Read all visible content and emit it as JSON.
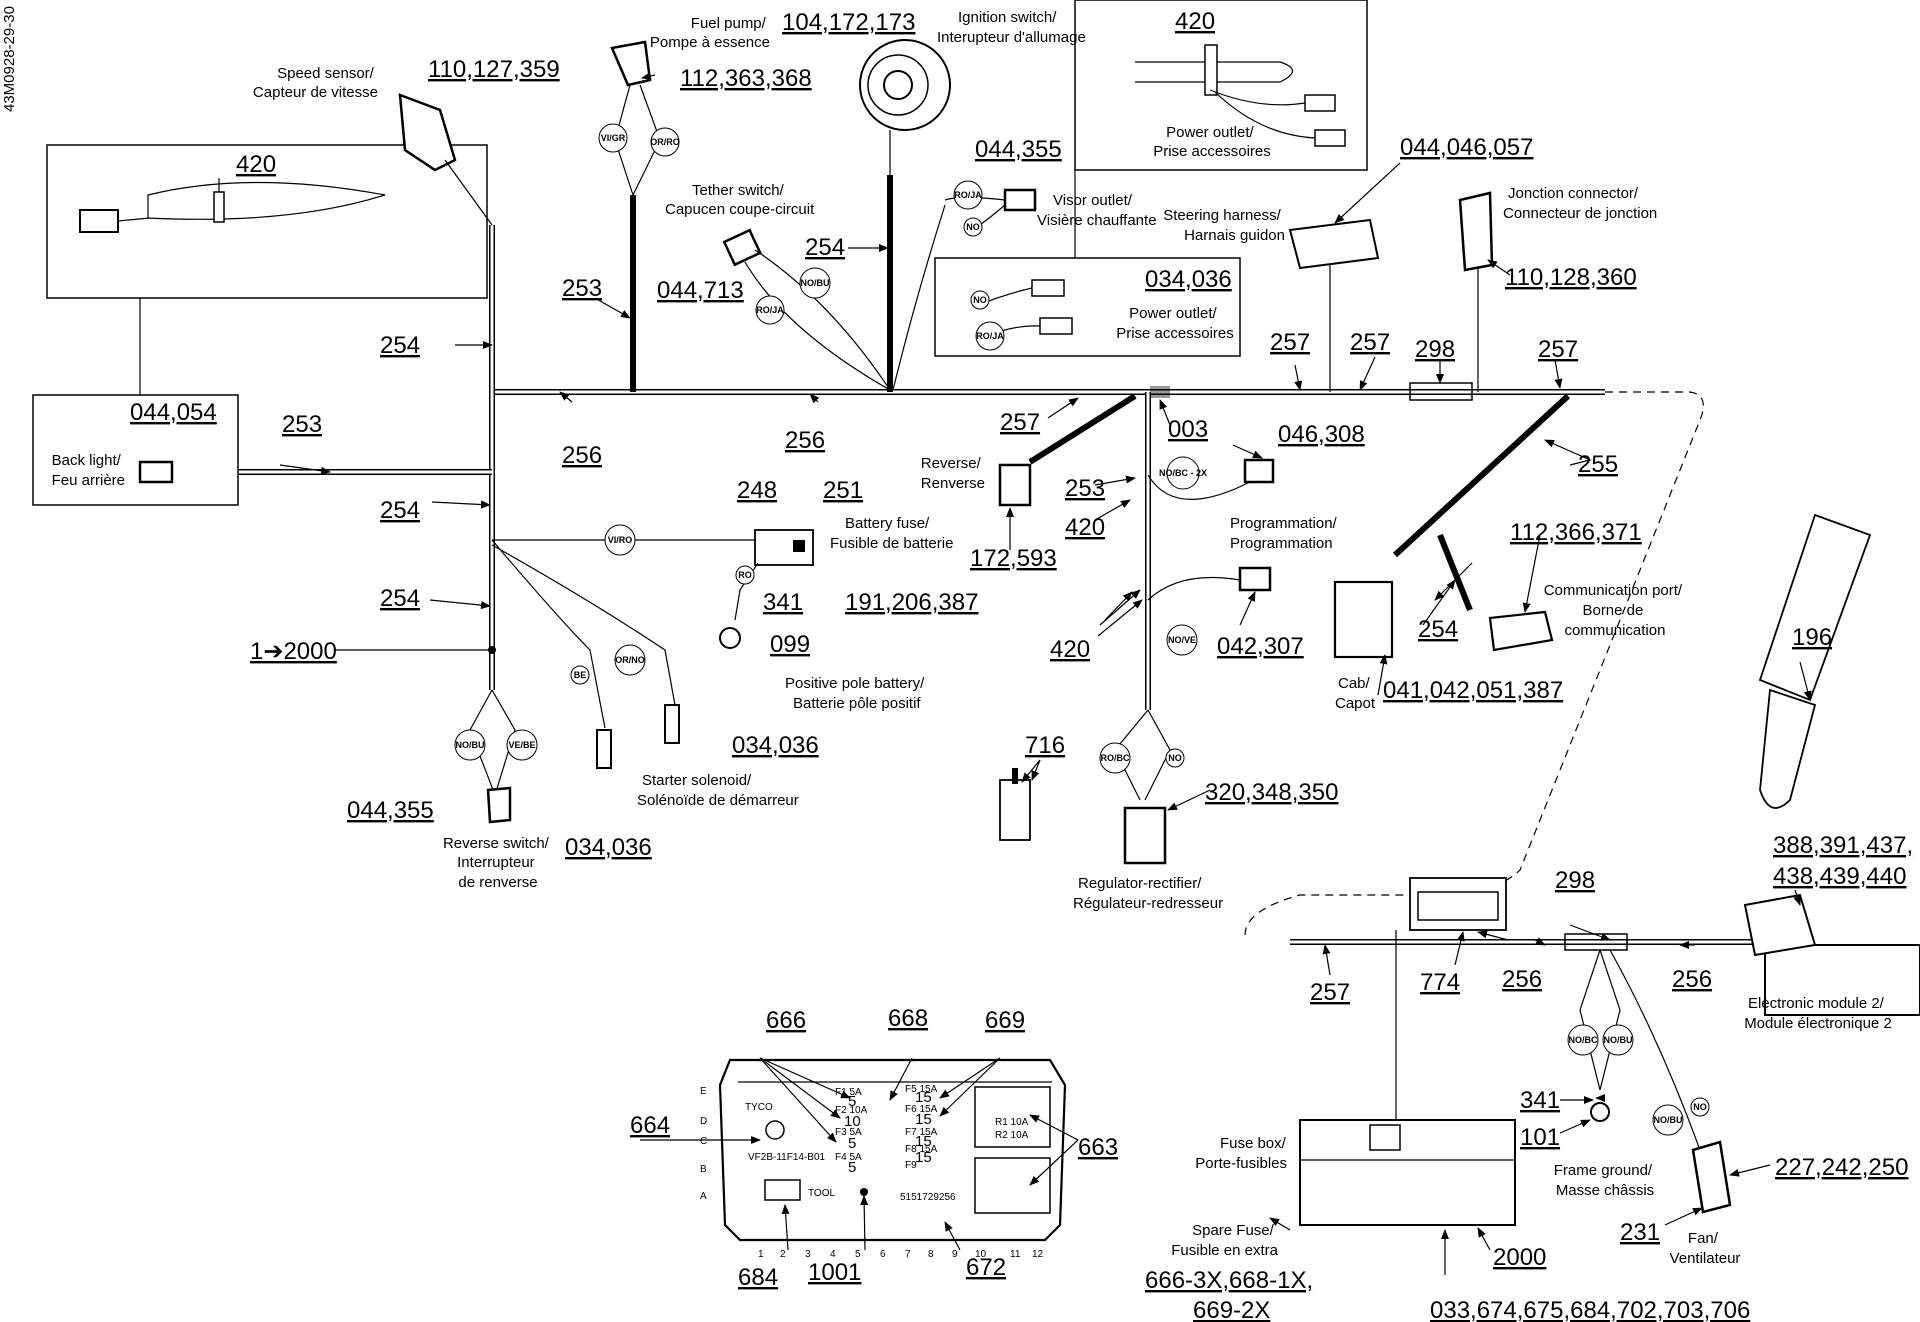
{
  "side_code": "43M0928-29-30",
  "parts": {
    "p110_127_359": "110,127,359",
    "p420_a": "420",
    "p254_a": "254",
    "p253_a": "253",
    "p044_054": "044,054",
    "p254_b": "254",
    "p254_c": "254",
    "p1_2000": "1➔2000",
    "p044_355_a": "044,355",
    "p034_036_a": "034,036",
    "p034_036_b": "034,036",
    "p256_a": "256",
    "p253_b": "253",
    "p112_363_368": "112,363,368",
    "p104_172_173": "104,172,173",
    "p044_713": "044,713",
    "p254_d": "254",
    "p256_b": "256",
    "p044_355_b": "044,355",
    "p420_b": "420",
    "p034_036_c": "034,036",
    "p044_046_057": "044,046,057",
    "p110_128_360": "110,128,360",
    "p257_a": "257",
    "p257_b": "257",
    "p298_a": "298",
    "p257_c": "257",
    "p257_d": "257",
    "p003": "003",
    "p046_308": "046,308",
    "p253_c": "253",
    "p420_c": "420",
    "p172_593": "172,593",
    "p255": "255",
    "p248": "248",
    "p251": "251",
    "p191_206_387": "191,206,387",
    "p341_a": "341",
    "p099": "099",
    "p112_366_371": "112,366,371",
    "p254_e": "254",
    "p041_042_051_387": "041,042,051,387",
    "p420_d": "420",
    "p042_307": "042,307",
    "p196": "196",
    "p716": "716",
    "p320_348_350": "320,348,350",
    "p388_391_437": "388,391,437,",
    "p438_439_440": "438,439,440",
    "p298_b": "298",
    "p257_e": "257",
    "p774": "774",
    "p256_c": "256",
    "p256_d": "256",
    "p666_a": "666",
    "p668": "668",
    "p669": "669",
    "p664": "664",
    "p663": "663",
    "p684": "684",
    "p1001": "1001",
    "p672": "672",
    "p341_b": "341",
    "p101": "101",
    "p227_242_250": "227,242,250",
    "p231": "231",
    "p2000": "2000",
    "p666_spare": "666-3X,668-1X,",
    "p669_2x": "669-2X",
    "p033_list": "033,674,675,684,702,703,706"
  },
  "captions": {
    "speed_sensor": [
      "Speed sensor/",
      "Capteur de vitesse"
    ],
    "fuel_pump": [
      "Fuel pump/",
      "Pompe à essence"
    ],
    "ignition_switch": [
      "Ignition switch/",
      "Interupteur d'allumage"
    ],
    "tether_switch": [
      "Tether switch/",
      "Capucen coupe-circuit"
    ],
    "visor_outlet": [
      "Visor outlet/",
      "Visière chauffante"
    ],
    "power_outlet_a": [
      "Power outlet/",
      "Prise accessoires"
    ],
    "power_outlet_b": [
      "Power outlet/",
      "Prise accessoires"
    ],
    "steering_harness": [
      "Steering harness/",
      "Harnais guidon"
    ],
    "junction_connector": [
      "Jonction connector/",
      "Connecteur de jonction"
    ],
    "back_light": [
      "Back light/",
      "Feu arrière"
    ],
    "reverse": [
      "Reverse/",
      "Renverse"
    ],
    "battery_fuse": [
      "Battery fuse/",
      "Fusible de batterie"
    ],
    "positive_pole": [
      "Positive pole battery/",
      "Batterie pôle positif"
    ],
    "starter_solenoid": [
      "Starter solenoid/",
      "Solénoïde de démarreur"
    ],
    "reverse_switch": [
      "Reverse switch/",
      "Interrupteur",
      "de renverse"
    ],
    "programmation": [
      "Programmation/",
      "Programmation"
    ],
    "communication_port": [
      "Communication port/",
      "Borne de",
      "communication"
    ],
    "cab": [
      "Cab/",
      "Capot"
    ],
    "regulator": [
      "Regulator-rectifier/",
      "Régulateur-redresseur"
    ],
    "electronic_module": [
      "Electronic module 2/",
      "Module électronique 2"
    ],
    "fuse_box": [
      "Fuse box/",
      "Porte-fusibles"
    ],
    "spare_fuse": [
      "Spare Fuse/",
      "Fusible en extra"
    ],
    "frame_ground": [
      "Frame ground/",
      "Masse châssis"
    ],
    "fan": [
      "Fan/",
      "Ventilateur"
    ]
  },
  "wires": {
    "vi_gr": "VI/GR",
    "or_ro": "OR/RO",
    "ro_ja_a": "RO/JA",
    "no_a": "NO",
    "no_bu_a": "NO/BU",
    "ro_ja_b": "RO/JA",
    "no_b": "NO",
    "ro_ja_c": "RO/JA",
    "vi_ro": "VI/RO",
    "ro": "RO",
    "be": "BE",
    "or_no": "OR/NO",
    "no_bu_b": "NO/BU",
    "ve_be": "VE/BE",
    "no_bc_2x": "NO/BC - 2X",
    "no_ve": "NO/VE",
    "ro_bc": "RO/BC",
    "no_c": "NO",
    "no_bc_f": "NO/BC",
    "no_bu_f": "NO/BU",
    "no_bu_fan": "NO/BU",
    "no_fan": "NO"
  },
  "fusebox": {
    "brand": "TYCO",
    "part": "VF2B-11F14-B01",
    "code": "5151729256",
    "tool": "TOOL",
    "rows": [
      "E",
      "D",
      "C",
      "B",
      "A"
    ],
    "cols": [
      "1",
      "2",
      "3",
      "4",
      "5",
      "6",
      "7",
      "8",
      "9",
      "10",
      "11",
      "12"
    ],
    "fuses": [
      "F1 5A",
      "F2 10A",
      "F3 5A",
      "F4 5A",
      "F5 15A",
      "F6 15A",
      "F7 15A",
      "F8 15A",
      "F9"
    ],
    "fuse_values": [
      "5",
      "10",
      "5",
      "5",
      "15",
      "15",
      "15",
      "15"
    ],
    "relays": [
      "R1 10A",
      "R2 10A"
    ]
  }
}
